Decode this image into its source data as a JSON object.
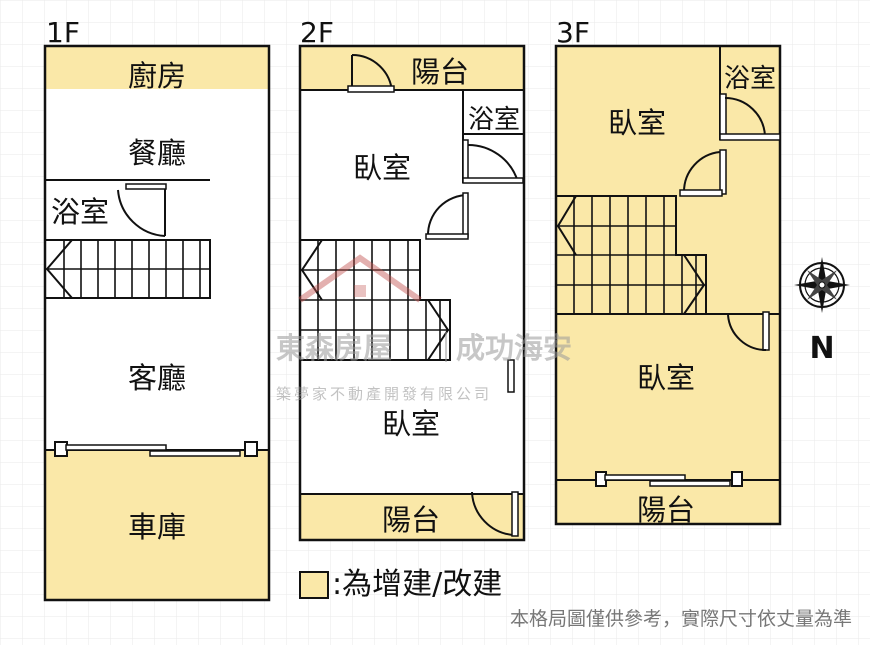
{
  "floors": {
    "f1": {
      "label": "1F",
      "rooms": {
        "kitchen": "廚房",
        "dining": "餐廳",
        "bathroom": "浴室",
        "living": "客廳",
        "garage": "車庫"
      }
    },
    "f2": {
      "label": "2F",
      "rooms": {
        "balcony_top": "陽台",
        "bathroom": "浴室",
        "bedroom_top": "臥室",
        "bedroom_bottom": "臥室",
        "balcony_bottom": "陽台"
      }
    },
    "f3": {
      "label": "3F",
      "rooms": {
        "bathroom": "浴室",
        "bedroom_top": "臥室",
        "bedroom_bottom": "臥室",
        "balcony": "陽台"
      }
    }
  },
  "compass": {
    "label": "N"
  },
  "legend": {
    "text": ":為增建/改建",
    "color": "#fae8a8"
  },
  "watermark": {
    "line1_left": "東森房屋",
    "line1_right": "成功海安",
    "line2": "築夢家不動產開發有限公司"
  },
  "footnote": "本格局圖僅供參考，實際尺寸依丈量為準",
  "colors": {
    "addition_fill": "#fae8a8",
    "wall": "#111111"
  }
}
